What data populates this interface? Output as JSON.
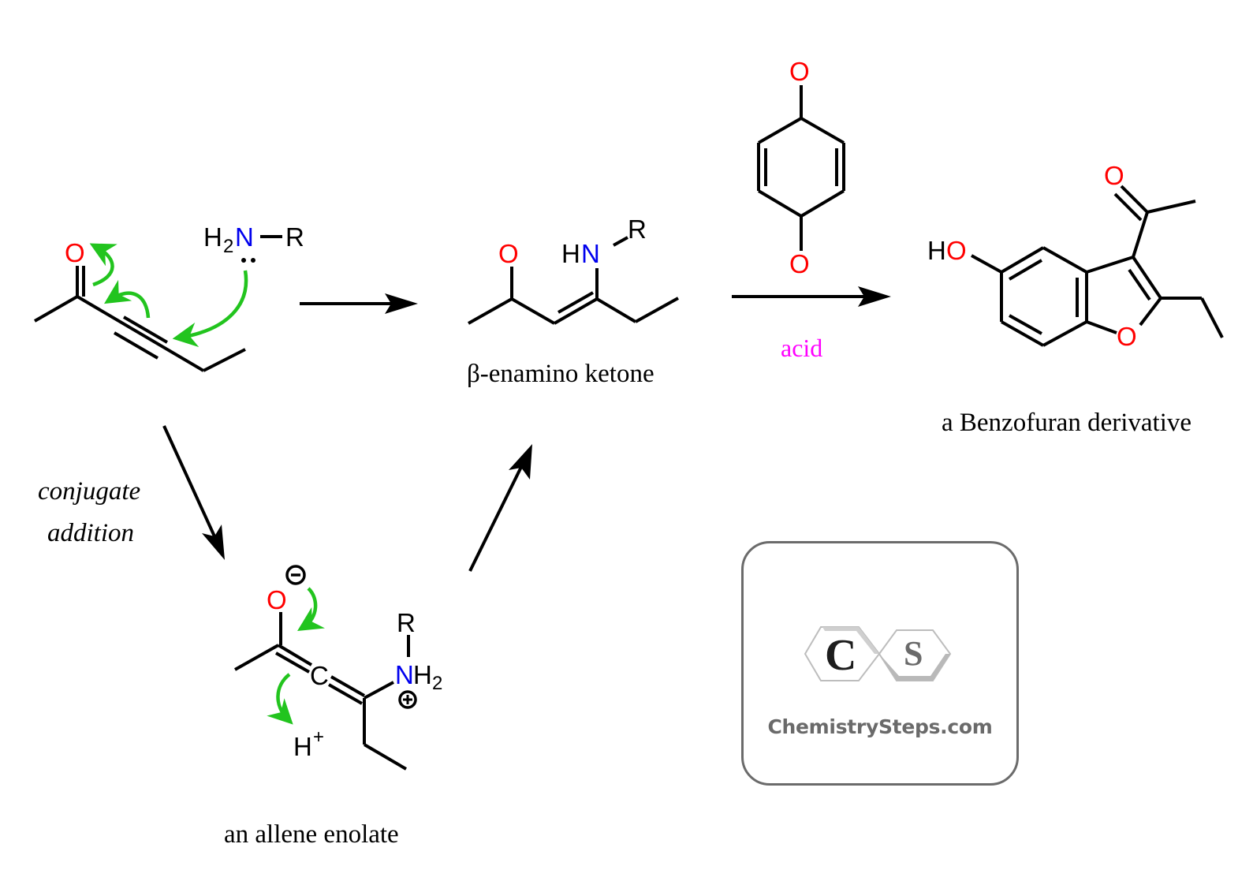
{
  "title": "Conjugate addition of amine to ynone and benzofuran synthesis",
  "atoms": {
    "O": "O",
    "N": "N",
    "H": "H",
    "R": "R",
    "C": "C",
    "H2": "2",
    "HO": "H",
    "HN_H": "H",
    "H_plus_sup": "+"
  },
  "captions": {
    "enamino_ketone": "β-enamino ketone",
    "benzofuran": "a Benzofuran derivative",
    "allene_enolate": "an allene enolate",
    "conjugate_line1": "conjugate",
    "conjugate_line2": "addition"
  },
  "reagents": {
    "quinone": "1,4-benzoquinone",
    "acid": "acid"
  },
  "colors": {
    "oxygen": "#ff0000",
    "nitrogen": "#0000ee",
    "curved_arrow": "#22c41e",
    "reagent_text": "#ff00ff",
    "logo_gray": "#6a6a6a"
  },
  "logo": {
    "letter_left": "C",
    "letter_right": "S",
    "text": "ChemistrySteps.com"
  }
}
